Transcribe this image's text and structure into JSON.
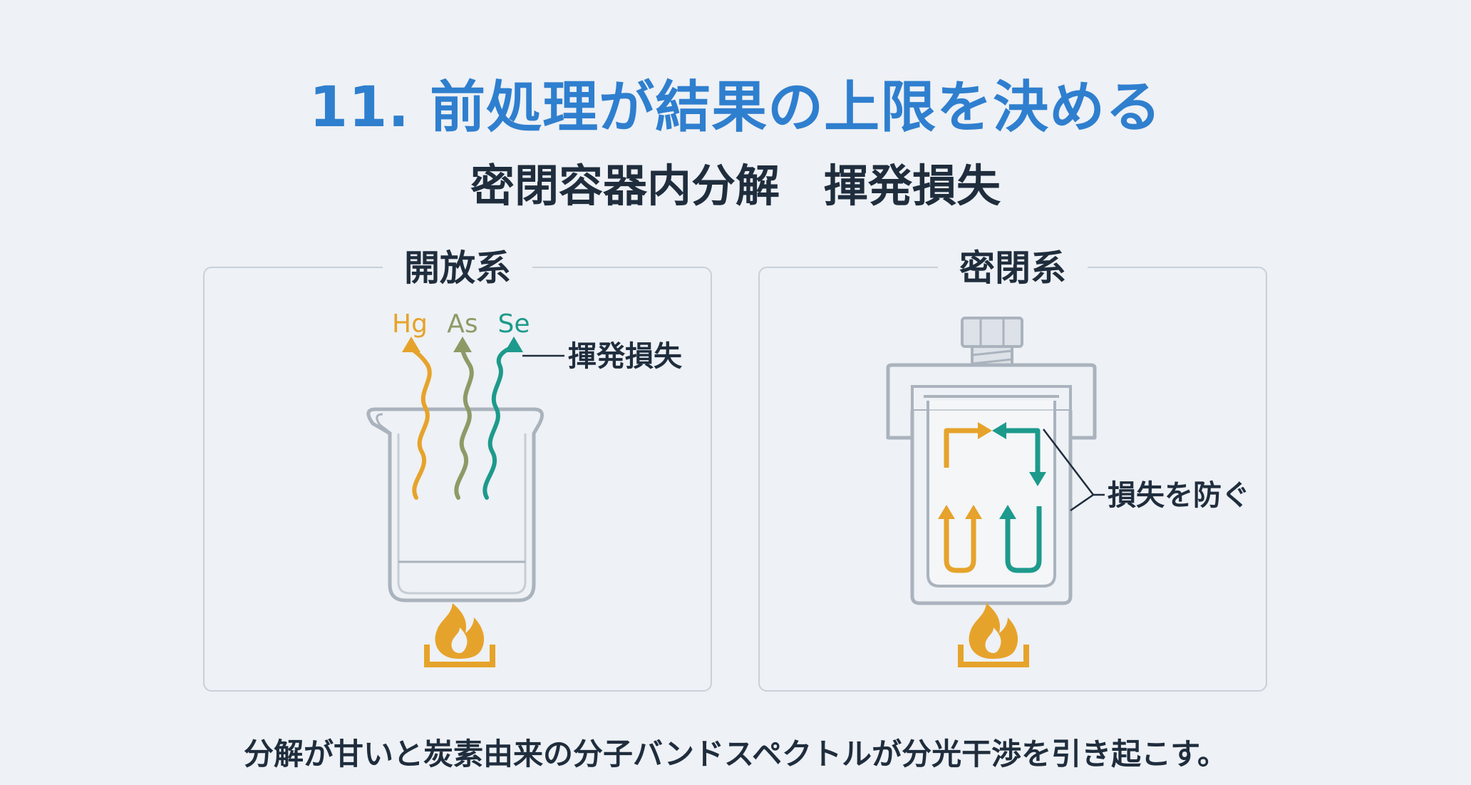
{
  "title": "11. 前処理が結果の上限を決める",
  "subtitle": "密閉容器内分解　揮発損失",
  "panels": {
    "open": {
      "title": "開放系",
      "elements": [
        "Hg",
        "As",
        "Se"
      ],
      "callout": "揮発損失"
    },
    "closed": {
      "title": "密閉系",
      "callout": "損失を防ぐ"
    }
  },
  "footer": "分解が甘いと炭素由来の分子バンドスペクトルが分光干渉を引き起こす。",
  "colors": {
    "title": "#2f7fcf",
    "hg": "#e6a32b",
    "as": "#8e9a66",
    "se": "#1d9a8c",
    "flame": "#e6a32b",
    "vessel": "#aab3bd"
  },
  "icons": [
    "flame-icon",
    "beaker-icon",
    "pressure-vessel-icon",
    "arrow-up-icon"
  ]
}
